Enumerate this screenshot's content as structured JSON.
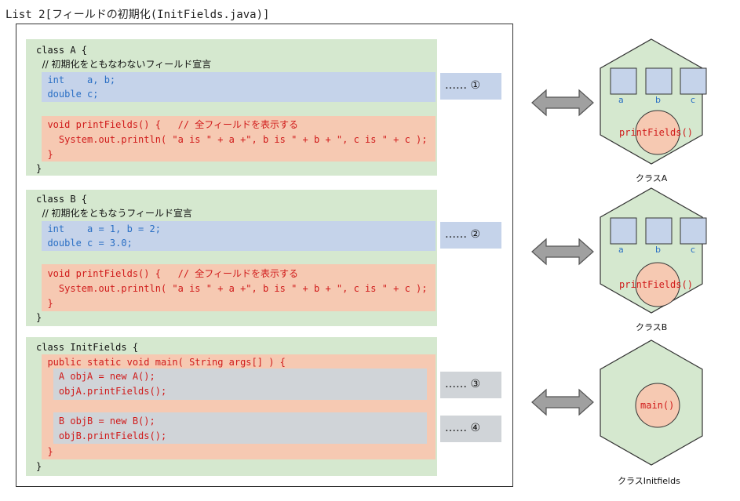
{
  "title": "List 2[フィールドの初期化(InitFields.java)]",
  "classA": {
    "lines": [
      "class A {",
      "  // 初期化をともなわないフィールド宣言",
      "  int    a, b;",
      "  double c;",
      "  void printFields() {   // 全フィールドを表示する",
      "    System.out.println( \"a is \" + a +\", b is \" + b + \", c is \" + c );",
      "  }",
      "}"
    ],
    "marker": "…… ①"
  },
  "classB": {
    "lines": [
      "class B {",
      "  // 初期化をともなうフィールド宣言",
      "  int    a = 1, b = 2;",
      "  double c = 3.0;",
      "  void printFields() {   // 全フィールドを表示する",
      "    System.out.println( \"a is \" + a +\", b is \" + b + \", c is \" + c );",
      "  }",
      "}"
    ],
    "marker": "…… ②"
  },
  "classInit": {
    "lines": [
      "class InitFields {",
      "  public static void main( String args[] ) {",
      "    A objA = new A();",
      "    objA.printFields();",
      "    B objB = new B();",
      "    objB.printFields();",
      "  }",
      "}"
    ],
    "marker3": "…… ③",
    "marker4": "…… ④"
  },
  "diagrams": {
    "a_label": "a",
    "b_label": "b",
    "c_label": "c",
    "method_label": "printFields()",
    "main_label": "main()",
    "captionA": "クラスA",
    "captionB": "クラスB",
    "captionInit": "クラスInitfields"
  },
  "colors": {
    "class_bg": "#d5e8cf",
    "field_bg": "#c5d3ea",
    "method_bg": "#f6c9b2",
    "call_bg": "#d0d4d8",
    "red_text": "#d01a1a",
    "blue_text": "#2a6fc4",
    "method_circle": "#f6c9b2",
    "arrow_fill": "#a0a0a0"
  }
}
